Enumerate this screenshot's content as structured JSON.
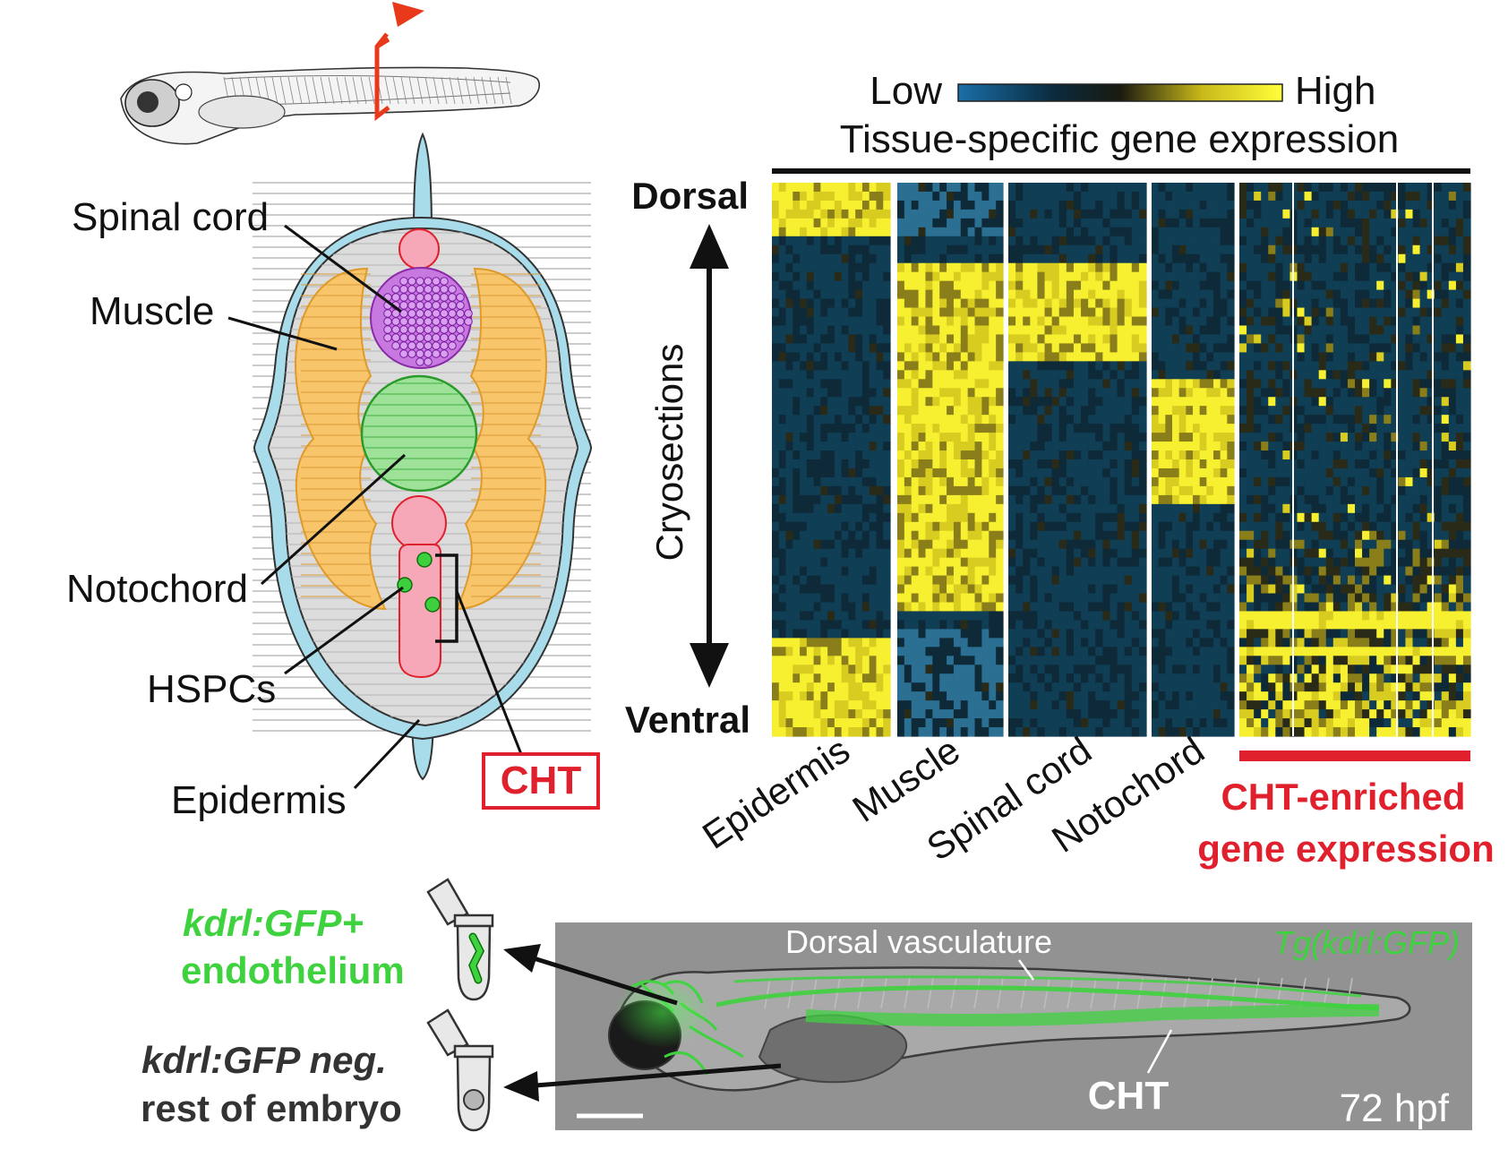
{
  "cross_section": {
    "labels": {
      "spinal_cord": "Spinal cord",
      "muscle": "Muscle",
      "notochord": "Notochord",
      "hspcs": "HSPCs",
      "epidermis": "Epidermis",
      "cht": "CHT"
    },
    "colors": {
      "epidermis": "#a8dcea",
      "muscle": "#f8c56a",
      "spinal_cord": "#c779e0",
      "notochord": "#9ee29a",
      "vessel": "#f6a8b8",
      "hspc": "#3ecf3e",
      "cht_box": "#e0202c",
      "cut_marker": "#e83a1a"
    }
  },
  "heatmap": {
    "colorbar": {
      "low": "Low",
      "high": "High",
      "title": "Tissue-specific gene expression",
      "colors": [
        "#1a6ea8",
        "#0a2a3c",
        "#1a1a10",
        "#c8b81a",
        "#ffff3a"
      ]
    },
    "axis": {
      "top": "Dorsal",
      "bottom": "Ventral",
      "label": "Cryosections"
    },
    "tissues": [
      {
        "label": "Epidermis",
        "high_rows": [
          [
            0,
            0.1
          ],
          [
            0.82,
            1.0
          ]
        ]
      },
      {
        "label": "Muscle",
        "high_rows": [
          [
            0.15,
            0.78
          ]
        ]
      },
      {
        "label": "Spinal cord",
        "high_rows": [
          [
            0.15,
            0.33
          ]
        ]
      },
      {
        "label": "Notochord",
        "high_rows": [
          [
            0.36,
            0.58
          ]
        ]
      }
    ],
    "cht_group": {
      "label_line1": "CHT-enriched",
      "label_line2": "gene expression",
      "color": "#e0202c"
    }
  },
  "bottom": {
    "gfp_pos_line1": "kdrl:GFP+",
    "gfp_pos_line2": "endothelium",
    "gfp_neg_line1": "kdrl:GFP neg.",
    "gfp_neg_line2": "rest of embryo",
    "dorsal_vasculature": "Dorsal vasculature",
    "tg_label": "Tg(kdrl:GFP)",
    "cht": "CHT",
    "time": "72 hpf",
    "gfp_color": "#3fd23f"
  }
}
